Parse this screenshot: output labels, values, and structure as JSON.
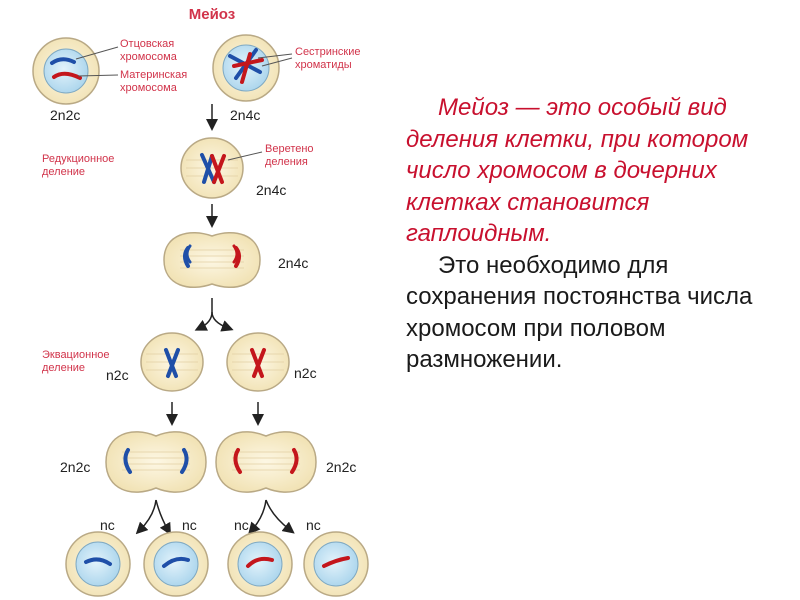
{
  "diagram": {
    "title": "Мейоз",
    "labels": {
      "paternal_line1": "Отцовская",
      "paternal_line2": "хромосома",
      "maternal_line1": "Материнская",
      "maternal_line2": "хромосома",
      "sister_line1": "Сестринские",
      "sister_line2": "хроматиды",
      "spindle_line1": "Веретено",
      "spindle_line2": "деления",
      "reduction_line1": "Редукционное",
      "reduction_line2": "деление",
      "equational_line1": "Эквационное",
      "equational_line2": "деление"
    },
    "formulas": {
      "cell1": "2n2c",
      "cell2": "2n4c",
      "metaphase1": "2n4c",
      "anaphase1": "2n4c",
      "left_metaphase2": "n2c",
      "right_metaphase2": "n2c",
      "left_anaphase2": "2n2c",
      "right_anaphase2": "2n2c",
      "gamete_left1": "nc",
      "gamete_left2": "nc",
      "gamete_right1": "nc",
      "gamete_right2": "nc"
    },
    "colors": {
      "paternal": "#1f4fa8",
      "maternal": "#c4161c",
      "label_red": "#d1334a",
      "cell_fill": "#f7ecc9",
      "gamete_fill": "#bfe0f2"
    }
  },
  "text": {
    "definition": "Мейоз — это особый вид деления клетки, при котором число хромосом в дочерних клетках становится гаплоидным.",
    "explanation": "Это необходимо для сохранения постоянства числа хромосом при половом размножении."
  }
}
